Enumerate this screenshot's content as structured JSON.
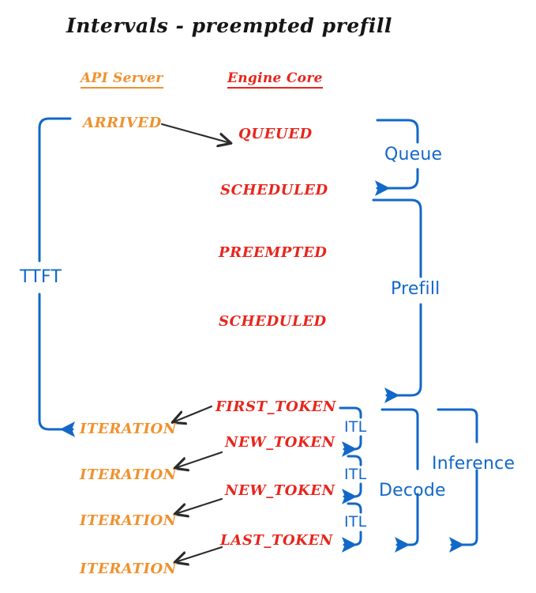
{
  "title": "Intervals - preempted prefill",
  "colors": {
    "api": "#F0912D",
    "engine": "#E8251C",
    "interval": "#1268C8",
    "arrow": "#2B2B2B",
    "background": "#FFFFFF"
  },
  "columns": {
    "api_server": "API Server",
    "engine_core": "Engine Core"
  },
  "api_states": [
    {
      "label": "ARRIVED"
    },
    {
      "label": "ITERATION"
    },
    {
      "label": "ITERATION"
    },
    {
      "label": "ITERATION"
    },
    {
      "label": "ITERATION"
    }
  ],
  "engine_states": [
    {
      "label": "QUEUED"
    },
    {
      "label": "SCHEDULED"
    },
    {
      "label": "PREEMPTED"
    },
    {
      "label": "SCHEDULED"
    },
    {
      "label": "FIRST_TOKEN"
    },
    {
      "label": "NEW_TOKEN"
    },
    {
      "label": "NEW_TOKEN"
    },
    {
      "label": "LAST_TOKEN"
    }
  ],
  "intervals": [
    {
      "label": "TTFT"
    },
    {
      "label": "Queue"
    },
    {
      "label": "Prefill"
    },
    {
      "label": "ITL"
    },
    {
      "label": "ITL"
    },
    {
      "label": "ITL"
    },
    {
      "label": "Decode"
    },
    {
      "label": "Inference"
    }
  ]
}
